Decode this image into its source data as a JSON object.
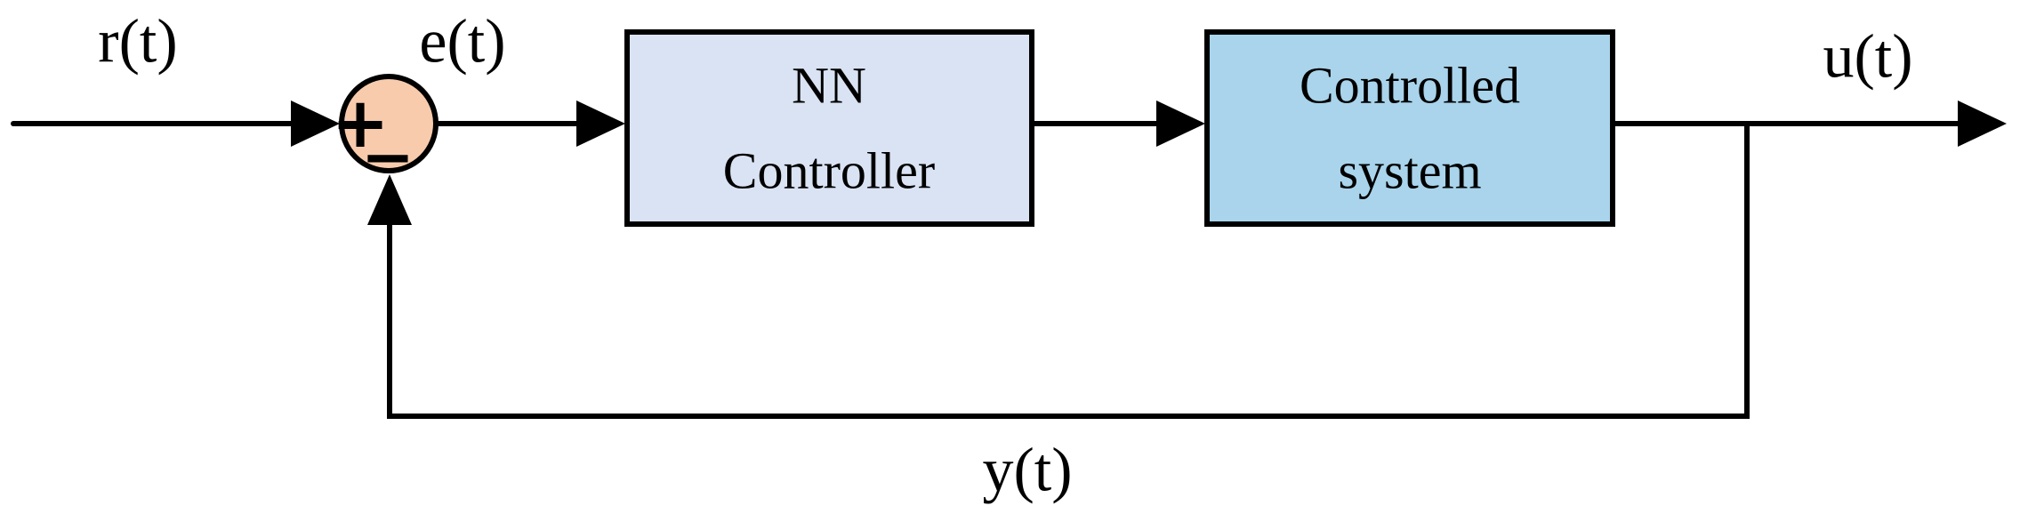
{
  "diagram": {
    "type": "feedback-control-loop-block-diagram",
    "background_color": "#ffffff",
    "line_color": "#000000",
    "signals": {
      "reference": "r(t)",
      "error": "e(t)",
      "control_output": "u(t)",
      "feedback": "y(t)"
    },
    "summing_junction": {
      "plus_label": "+",
      "minus_label": "−",
      "fill": "#F8CBAD"
    },
    "blocks": [
      {
        "id": "nn-controller",
        "line1": "NN",
        "line2": "Controller",
        "fill": "#DAE3F3"
      },
      {
        "id": "controlled-system",
        "line1": "Controlled",
        "line2": "system",
        "fill": "#A9D4EB"
      }
    ]
  }
}
